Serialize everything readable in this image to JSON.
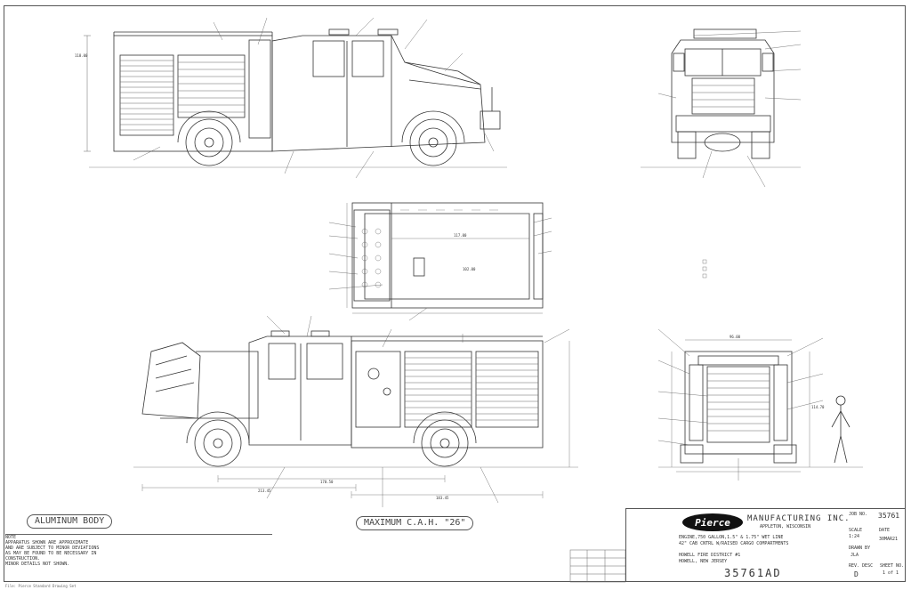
{
  "labels": {
    "aluminum_body": "ALUMINUM BODY",
    "maximum_cah": "MAXIMUM C.A.H. \"26\""
  },
  "notes": {
    "heading": "NOTE",
    "lines": [
      "APPARATUS SHOWN ARE APPROXIMATE",
      "AND ARE SUBJECT TO MINOR DEVIATIONS",
      "AS MAY BE FOUND TO BE NECESSARY IN",
      "CONSTRUCTION.",
      "MINOR DETAILS NOT SHOWN."
    ]
  },
  "title_block": {
    "company": "MANUFACTURING INC.",
    "location": "APPLETON, WISCONSIN",
    "description_lines": [
      "ENGINE,750 GALLON,1.5\" & 1.75\" WET LINE",
      "42\" CAB CNTRL W/RAISED CARGO COMPARTMENTS",
      "HOWELL FIRE DISTRICT #1",
      "HOWELL, NEW JERSEY"
    ],
    "drawing_number": "35761AD",
    "job_label": "JOB NO.",
    "job_number": "35761",
    "scale_label": "SCALE",
    "scale_value": "1:24",
    "date_label": "DATE",
    "date_value": "30MAR21",
    "drawn_label": "DRAWN BY",
    "drawn_value": "JLA",
    "sheet_label": "SHEET NO.",
    "sheet_value": "1 of 1",
    "rev_label": "REV. DESC",
    "rev_value": "D",
    "logo_text": "Pierce"
  },
  "dims": {
    "top_left": "118.00",
    "main_overall": "213.45",
    "wheelbase": "170.50",
    "body_length": "183.45",
    "rear_width": "96.00",
    "rear_height": "114.70",
    "plan_dim_a": "117.00",
    "plan_dim_b": "102.00"
  },
  "footer": "File: Pierce Standard Drawing Set"
}
